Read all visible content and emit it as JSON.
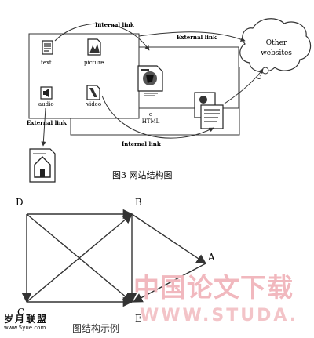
{
  "figure1": {
    "caption": "图3 网站结构图",
    "labels": {
      "internal_link_top": "Internal link",
      "external_link_mid": "External link",
      "external_link_left": "External link",
      "internal_link_bottom": "Internal link",
      "other_websites_line1": "Other",
      "other_websites_line2": "websites",
      "text": "text",
      "picture": "picture",
      "audio": "audio",
      "video": "video",
      "html_line1": "e",
      "html_line2": "HTML"
    }
  },
  "figure2": {
    "caption": "图结构示例",
    "nodes": [
      "D",
      "B",
      "A",
      "C",
      "E"
    ]
  },
  "watermark": {
    "cn": "中国论文下载",
    "url": "WWW.STUDA."
  },
  "logo": {
    "cn": "岁月联盟",
    "site": "www.5yue.com"
  }
}
